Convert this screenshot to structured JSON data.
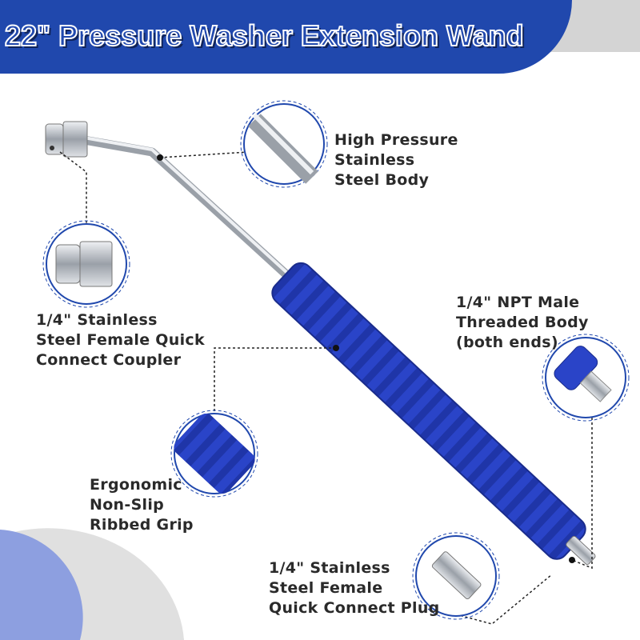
{
  "header": {
    "title": "22\" Pressure Washer Extension Wand"
  },
  "features": {
    "body": [
      "High Pressure",
      "Stainless",
      "Steel Body"
    ],
    "coupler": [
      "1/4\" Stainless",
      "Steel Female Quick",
      "Connect Coupler"
    ],
    "thread": [
      "1/4\" NPT Male",
      "Threaded Body",
      "(both ends)"
    ],
    "grip": [
      "Ergonomic",
      "Non-Slip",
      "Ribbed Grip"
    ],
    "plug": [
      "1/4\" Stainless",
      "Steel Female",
      "Quick Connect Plug"
    ]
  },
  "colors": {
    "brand_blue": "#2048ad",
    "grip_blue": "#2a44c8",
    "steel": "#c8ccd2"
  }
}
